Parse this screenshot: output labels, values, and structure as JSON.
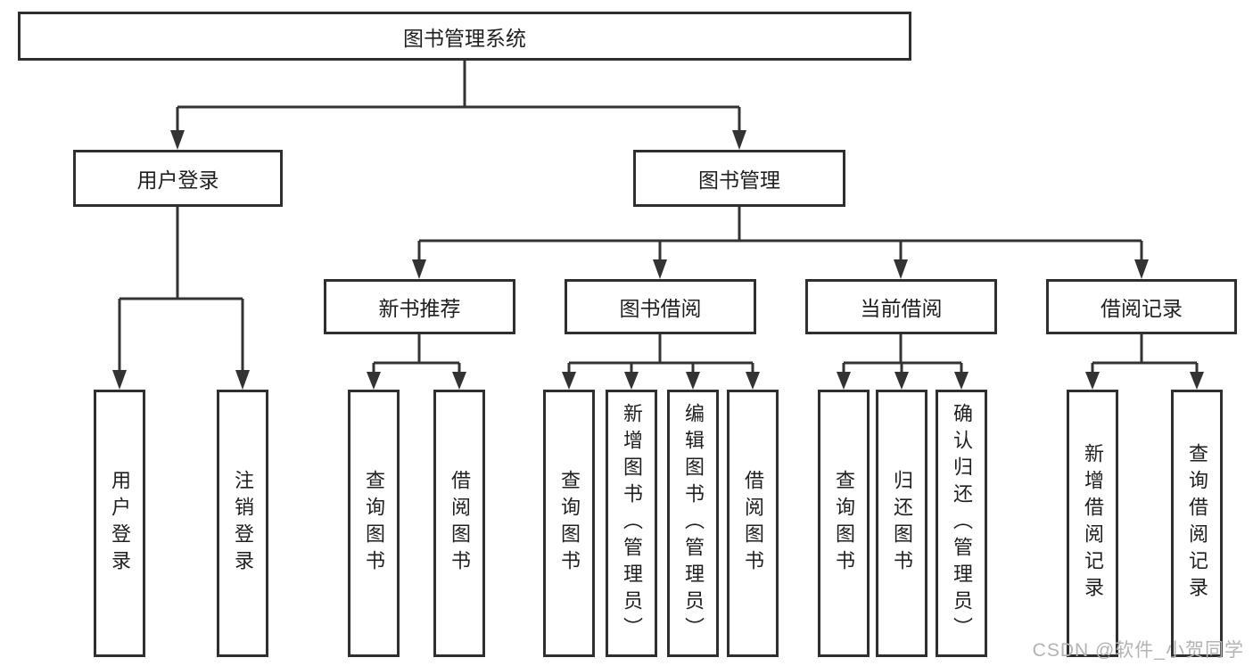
{
  "tree": {
    "root": {
      "label": "图书管理系统"
    },
    "branches": [
      {
        "label": "用户登录",
        "children": [
          {
            "label": "用户登录"
          },
          {
            "label": "注销登录"
          }
        ]
      },
      {
        "label": "图书管理",
        "children": [
          {
            "label": "新书推荐",
            "children": [
              {
                "label": "查询图书"
              },
              {
                "label": "借阅图书"
              }
            ]
          },
          {
            "label": "图书借阅",
            "children": [
              {
                "label": "查询图书"
              },
              {
                "label": "新增图书（管理员）"
              },
              {
                "label": "编辑图书（管理员）"
              },
              {
                "label": "借阅图书"
              }
            ]
          },
          {
            "label": "当前借阅",
            "children": [
              {
                "label": "查询图书"
              },
              {
                "label": "归还图书"
              },
              {
                "label": "确认归还（管理员）"
              }
            ]
          },
          {
            "label": "借阅记录",
            "children": [
              {
                "label": "新增借阅记录"
              },
              {
                "label": "查询借阅记录"
              }
            ]
          }
        ]
      }
    ]
  },
  "watermark": {
    "text": "CSDN @软件_小贺同学"
  },
  "colors": {
    "line": "#333333",
    "text": "#1f1f1f",
    "watermark": "#b3b3b3",
    "background": "#ffffff"
  }
}
